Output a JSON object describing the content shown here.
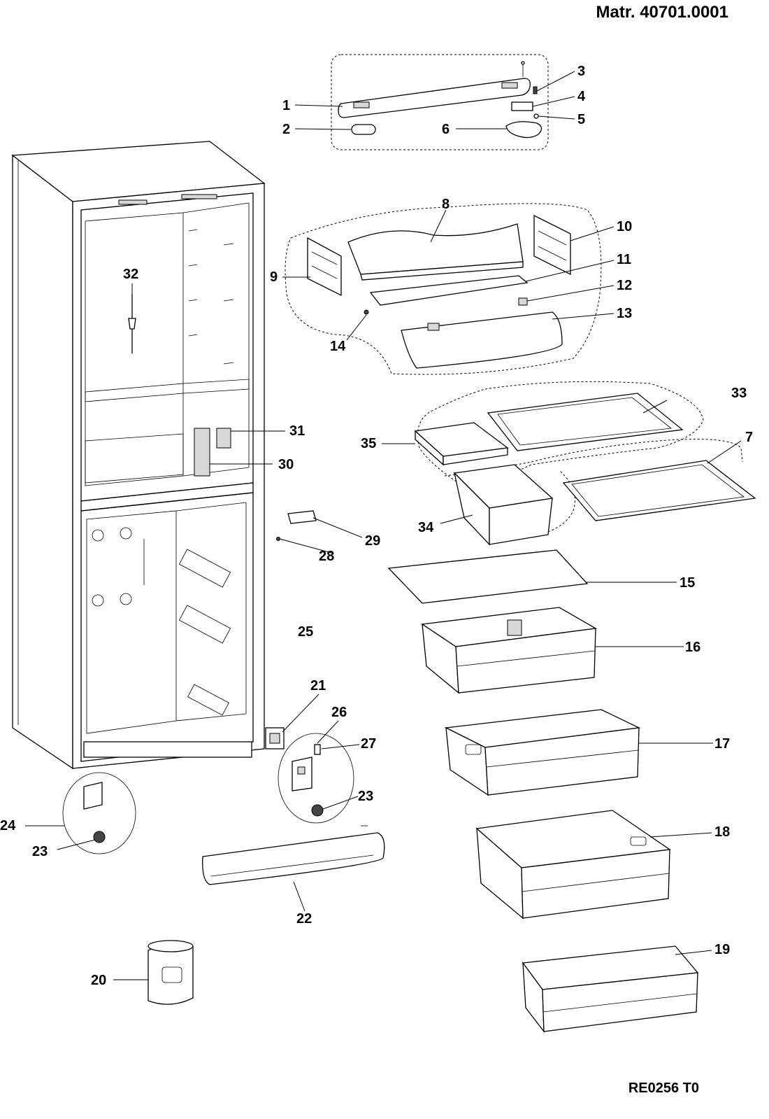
{
  "header": {
    "material_number": "Matr. 40701.0001"
  },
  "footer": {
    "drawing_code": "RE0256 T0"
  },
  "callouts": {
    "c1": "1",
    "c2": "2",
    "c3": "3",
    "c4": "4",
    "c5": "5",
    "c6": "6",
    "c7": "7",
    "c8": "8",
    "c9": "9",
    "c10": "10",
    "c11": "11",
    "c12": "12",
    "c13": "13",
    "c14": "14",
    "c15": "15",
    "c16": "16",
    "c17": "17",
    "c18": "18",
    "c19": "19",
    "c20": "20",
    "c21": "21",
    "c22": "22",
    "c23a": "23",
    "c23b": "23",
    "c24": "24",
    "c25": "25",
    "c26": "26",
    "c27": "27",
    "c28": "28",
    "c29": "29",
    "c30": "30",
    "c31": "31",
    "c32": "32",
    "c33": "33",
    "c34": "34",
    "c35": "35"
  }
}
